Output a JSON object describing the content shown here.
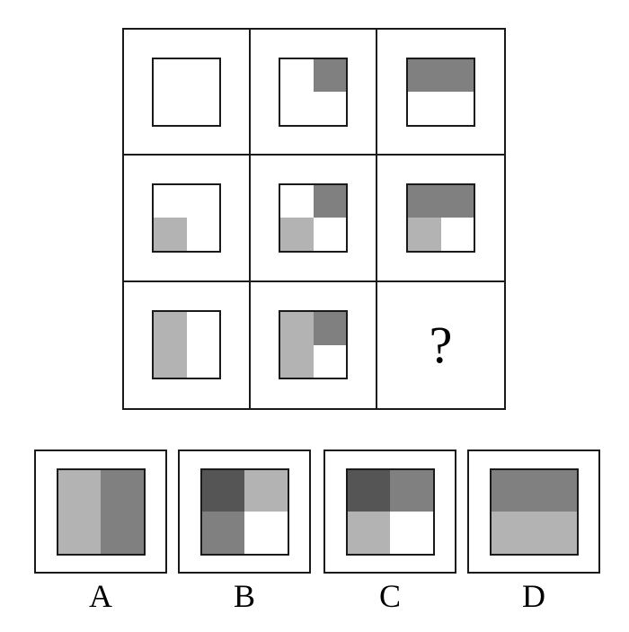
{
  "puzzle": {
    "type": "matrix-reasoning",
    "title": "Visual analogy matrix puzzle",
    "palette": {
      "white": "#ffffff",
      "light_gray": "#b3b3b3",
      "medium_gray": "#808080",
      "dark_gray": "#555555",
      "outline": "#1a1a1a"
    },
    "missing_cell_symbol": "?"
  },
  "matrix": {
    "rows": 3,
    "columns": 3,
    "cells": [
      {
        "id": "cell-r1c1",
        "row": 1,
        "column": 1,
        "is_missing": false,
        "quadrants": {
          "top_left": "white",
          "top_right": "white",
          "bottom_left": "white",
          "bottom_right": "white"
        }
      },
      {
        "id": "cell-r1c2",
        "row": 1,
        "column": 2,
        "is_missing": false,
        "quadrants": {
          "top_left": "white",
          "top_right": "medium_gray",
          "bottom_left": "white",
          "bottom_right": "white"
        }
      },
      {
        "id": "cell-r1c3",
        "row": 1,
        "column": 3,
        "is_missing": false,
        "quadrants": {
          "top_left": "medium_gray",
          "top_right": "medium_gray",
          "bottom_left": "white",
          "bottom_right": "white"
        }
      },
      {
        "id": "cell-r2c1",
        "row": 2,
        "column": 1,
        "is_missing": false,
        "quadrants": {
          "top_left": "white",
          "top_right": "white",
          "bottom_left": "light_gray",
          "bottom_right": "white"
        }
      },
      {
        "id": "cell-r2c2",
        "row": 2,
        "column": 2,
        "is_missing": false,
        "quadrants": {
          "top_left": "white",
          "top_right": "medium_gray",
          "bottom_left": "light_gray",
          "bottom_right": "white"
        }
      },
      {
        "id": "cell-r2c3",
        "row": 2,
        "column": 3,
        "is_missing": false,
        "quadrants": {
          "top_left": "medium_gray",
          "top_right": "medium_gray",
          "bottom_left": "light_gray",
          "bottom_right": "white"
        }
      },
      {
        "id": "cell-r3c1",
        "row": 3,
        "column": 1,
        "is_missing": false,
        "quadrants": {
          "top_left": "light_gray",
          "top_right": "white",
          "bottom_left": "light_gray",
          "bottom_right": "white"
        }
      },
      {
        "id": "cell-r3c2",
        "row": 3,
        "column": 2,
        "is_missing": false,
        "quadrants": {
          "top_left": "light_gray",
          "top_right": "medium_gray",
          "bottom_left": "light_gray",
          "bottom_right": "white"
        }
      },
      {
        "id": "cell-r3c3",
        "row": 3,
        "column": 3,
        "is_missing": true,
        "symbol": "?",
        "quadrants": null
      }
    ]
  },
  "options": [
    {
      "id": "option-a",
      "label": "A",
      "quadrants": {
        "top_left": "light_gray",
        "top_right": "medium_gray",
        "bottom_left": "light_gray",
        "bottom_right": "medium_gray"
      }
    },
    {
      "id": "option-b",
      "label": "B",
      "quadrants": {
        "top_left": "dark_gray",
        "top_right": "light_gray",
        "bottom_left": "medium_gray",
        "bottom_right": "white"
      }
    },
    {
      "id": "option-c",
      "label": "C",
      "quadrants": {
        "top_left": "dark_gray",
        "top_right": "medium_gray",
        "bottom_left": "light_gray",
        "bottom_right": "white"
      }
    },
    {
      "id": "option-d",
      "label": "D",
      "quadrants": {
        "top_left": "medium_gray",
        "top_right": "medium_gray",
        "bottom_left": "light_gray",
        "bottom_right": "light_gray"
      }
    }
  ]
}
